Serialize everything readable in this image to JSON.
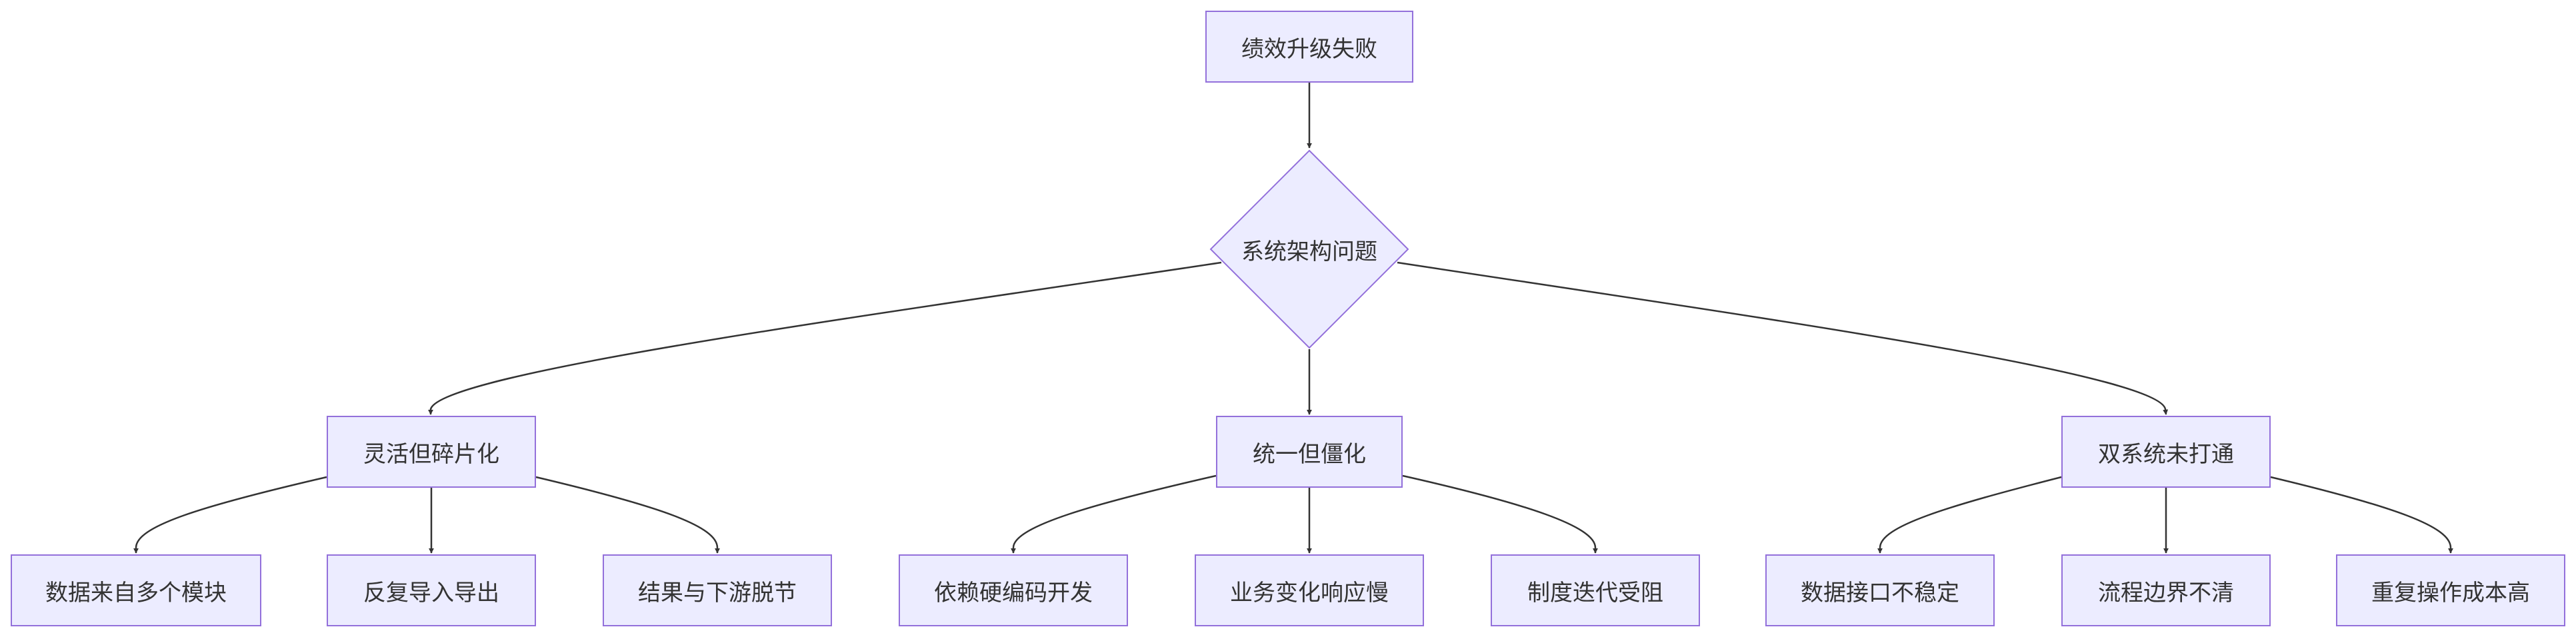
{
  "colors": {
    "node_fill": "#ececff",
    "node_stroke": "#9370db",
    "edge": "#333333",
    "text": "#333333"
  },
  "nodes": {
    "root": "绩效升级失败",
    "decision": "系统架构问题",
    "flexible": "灵活但碎片化",
    "unified": "统一但僵化",
    "dual": "双系统未打通",
    "leaf_data_modules": "数据来自多个模块",
    "leaf_import_export": "反复导入导出",
    "leaf_downstream": "结果与下游脱节",
    "leaf_hardcode": "依赖硬编码开发",
    "leaf_slow": "业务变化响应慢",
    "leaf_blocked": "制度迭代受阻",
    "leaf_interface": "数据接口不稳定",
    "leaf_boundary": "流程边界不清",
    "leaf_cost": "重复操作成本高"
  },
  "edges": [
    [
      "root",
      "decision"
    ],
    [
      "decision",
      "flexible"
    ],
    [
      "decision",
      "unified"
    ],
    [
      "decision",
      "dual"
    ],
    [
      "flexible",
      "leaf_data_modules"
    ],
    [
      "flexible",
      "leaf_import_export"
    ],
    [
      "flexible",
      "leaf_downstream"
    ],
    [
      "unified",
      "leaf_hardcode"
    ],
    [
      "unified",
      "leaf_slow"
    ],
    [
      "unified",
      "leaf_blocked"
    ],
    [
      "dual",
      "leaf_interface"
    ],
    [
      "dual",
      "leaf_boundary"
    ],
    [
      "dual",
      "leaf_cost"
    ]
  ]
}
